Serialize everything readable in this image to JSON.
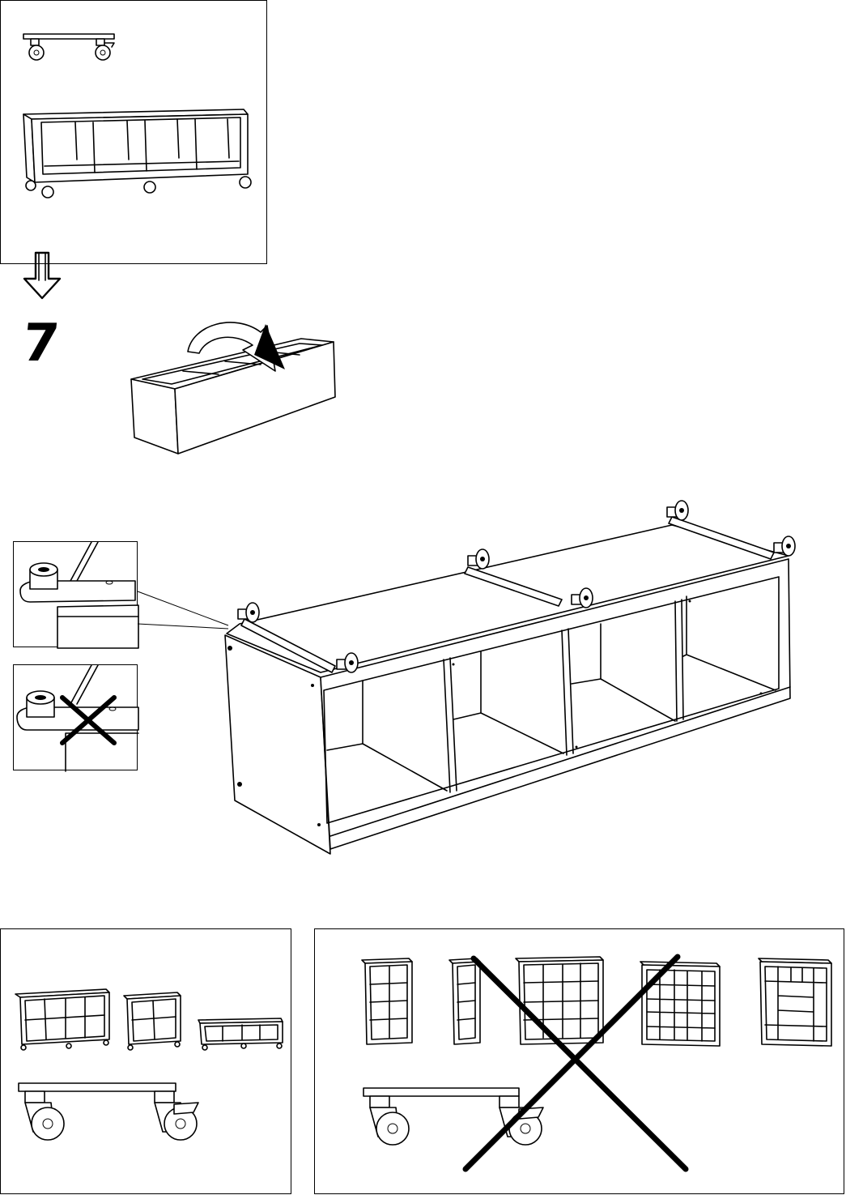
{
  "step": {
    "number": "7"
  },
  "colors": {
    "ink": "#000000",
    "paper": "#ffffff"
  },
  "panels": {
    "top_reference": {
      "icon": "caster-and-shelf-on-casters"
    },
    "detail_correct": {
      "icon": "caster-plate-flush-with-edge"
    },
    "detail_incorrect": {
      "icon": "caster-plate-overhanging-edge",
      "mark": "cross-mark"
    },
    "compatible_units": {
      "icon": "compatible-shelf-units-with-casters"
    },
    "incompatible_units": {
      "icon": "incompatible-tall-shelf-units",
      "mark": "large-cross-mark"
    }
  }
}
